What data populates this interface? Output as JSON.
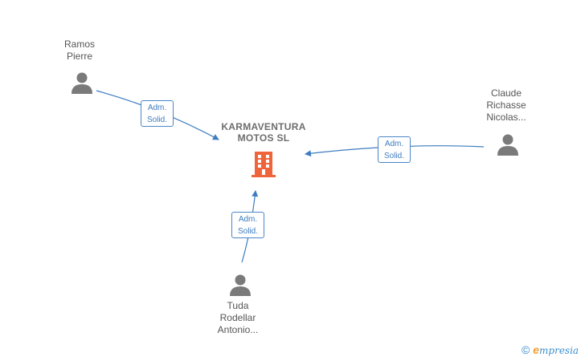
{
  "company": {
    "name_line1": "KARMAVENTURA",
    "name_line2": "MOTOS  SL"
  },
  "people": [
    {
      "id": "ramos",
      "line1": "Ramos",
      "line2": "Pierre"
    },
    {
      "id": "claude",
      "line1": "Claude",
      "line2": "Richasse",
      "line3": "Nicolas..."
    },
    {
      "id": "tuda",
      "line1": "Tuda",
      "line2": "Rodellar",
      "line3": "Antonio..."
    }
  ],
  "edges": [
    {
      "from": "ramos",
      "role_line1": "Adm.",
      "role_line2": "Solid."
    },
    {
      "from": "claude",
      "role_line1": "Adm.",
      "role_line2": "Solid."
    },
    {
      "from": "tuda",
      "role_line1": "Adm.",
      "role_line2": "Solid."
    }
  ],
  "brand": {
    "copyright": "©",
    "e": "e",
    "rest": "mpresia"
  },
  "colors": {
    "person": "#7a7a7a",
    "company": "#f0643c",
    "edge": "#3d7cc0"
  }
}
